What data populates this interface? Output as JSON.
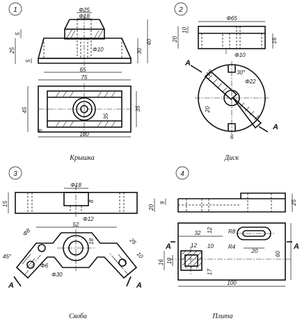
{
  "parts": [
    {
      "number": "1",
      "caption": "Крышка",
      "dims": {
        "d25": "Φ25",
        "d18": "Φ18",
        "h25": "25",
        "h5a": "5",
        "h5b": "5",
        "d10": "Φ10",
        "h30": "30",
        "h40": "40",
        "w65": "65",
        "w75": "75",
        "h45": "45",
        "h35": "35",
        "h35b": "35",
        "h6": "6",
        "w100": "100"
      }
    },
    {
      "number": "2",
      "caption": "Диск",
      "dims": {
        "d65": "Φ65",
        "h10": "10",
        "h20": "20",
        "h16": "16",
        "d10": "Φ10",
        "a30": "30°",
        "h10b": "10",
        "d22": "Φ22",
        "h20b": "20",
        "h6": "6"
      },
      "section_marks": [
        "A",
        "A"
      ]
    },
    {
      "number": "3",
      "caption": "Скоба",
      "dims": {
        "d18": "Φ18",
        "h15": "15",
        "h8": "8",
        "d12": "Φ12",
        "d8": "Φ8",
        "w52": "52",
        "a45": "45°",
        "d6": "Φ6",
        "d30": "Φ30",
        "h18": "18",
        "h25": "25",
        "h10": "10"
      },
      "section_marks": [
        "A",
        "A"
      ]
    },
    {
      "number": "4",
      "caption": "Плита",
      "dims": {
        "h20": "20",
        "h9": "9",
        "h25": "25",
        "w32": "32",
        "h12": "12",
        "r8": "R8",
        "w12": "12",
        "w10": "10",
        "r4": "R4",
        "w20": "20",
        "h16": "16",
        "h10": "10",
        "h17": "17",
        "h60": "60",
        "w100": "100"
      },
      "section_marks": [
        "A",
        "A"
      ]
    }
  ]
}
